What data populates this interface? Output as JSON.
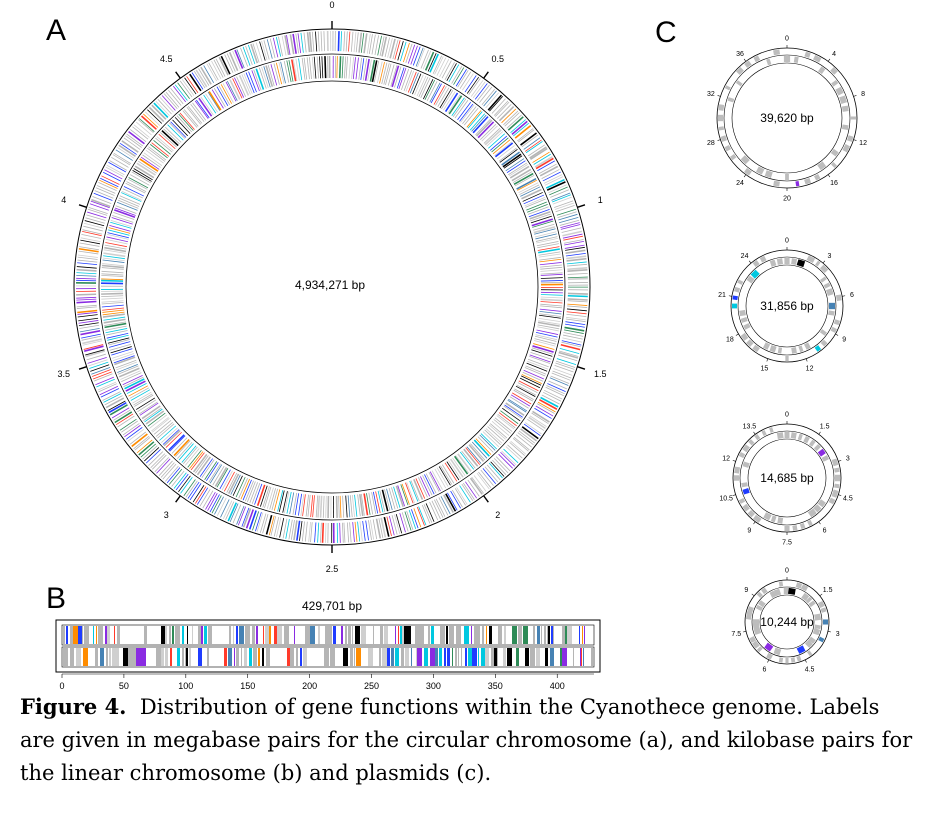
{
  "panels": {
    "a_label": "A",
    "b_label": "B",
    "c_label": "C"
  },
  "chromosome": {
    "size_label": "4,934,271 bp",
    "ticks": [
      "0",
      "0.5",
      "1",
      "1.5",
      "2",
      "2.5",
      "3",
      "3.5",
      "4",
      "4.5"
    ]
  },
  "linear": {
    "size_label": "429,701 bp",
    "axis_ticks": [
      "0",
      "50",
      "100",
      "150",
      "200",
      "250",
      "300",
      "350",
      "400"
    ]
  },
  "plasmids": [
    {
      "size_label": "39,620 bp",
      "ticks": [
        "0",
        "4",
        "8",
        "12",
        "16",
        "20",
        "24",
        "28",
        "32",
        "36"
      ]
    },
    {
      "size_label": "31,856 bp",
      "ticks": [
        "0",
        "3",
        "6",
        "9",
        "12",
        "15",
        "18",
        "21",
        "24"
      ]
    },
    {
      "size_label": "14,685 bp",
      "ticks": [
        "0",
        "1.5",
        "3",
        "4.5",
        "6",
        "7.5",
        "9",
        "10.5",
        "12",
        "13.5"
      ]
    },
    {
      "size_label": "10,244 bp",
      "ticks": [
        "0",
        "1.5",
        "3",
        "4.5",
        "6",
        "7.5",
        "9"
      ]
    }
  ],
  "caption": {
    "bold": "Figure 4.",
    "text": "Distribution of gene functions within the Cyanothece genome. Labels are given in megabase pairs for the circular chromosome (a), and kilobase pairs for the linear chromosome (b) and plasmids (c)."
  },
  "palette": [
    "#b5b5b5",
    "#cfcfcf",
    "#000000",
    "#1f3cff",
    "#8a2be2",
    "#00c8e0",
    "#2e8b57",
    "#ff3a2a",
    "#ff8c00",
    "#4682b4",
    "#c06cff",
    "#7fd07f"
  ]
}
